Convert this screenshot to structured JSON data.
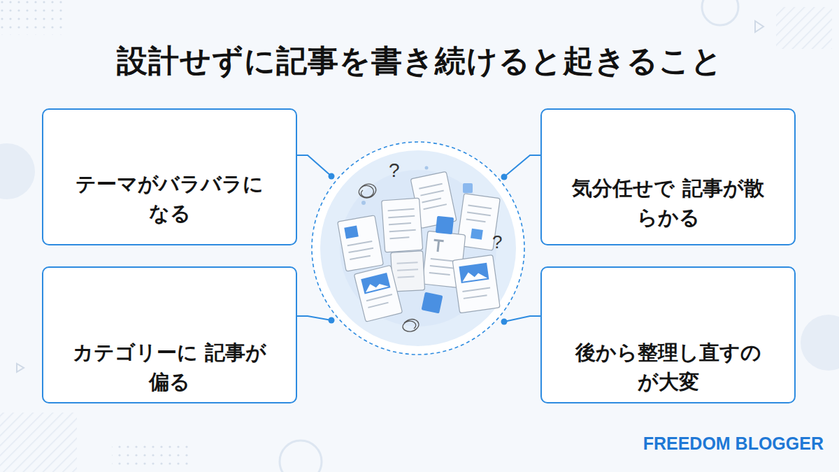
{
  "diagram": {
    "title": "設計せずに記事を書き続けると起きること",
    "nodes": [
      {
        "text": [
          "テーマがバラバラになる"
        ]
      },
      {
        "text": [
          "気分任せで 記事が散らかる"
        ]
      },
      {
        "text": [
          "カテゴリーに 記事が偏る"
        ]
      },
      {
        "text": [
          "後から整理し直すのが大変"
        ]
      }
    ],
    "labels": [
      "?",
      "?",
      "FREEDOM BLOGGER"
    ]
  }
}
